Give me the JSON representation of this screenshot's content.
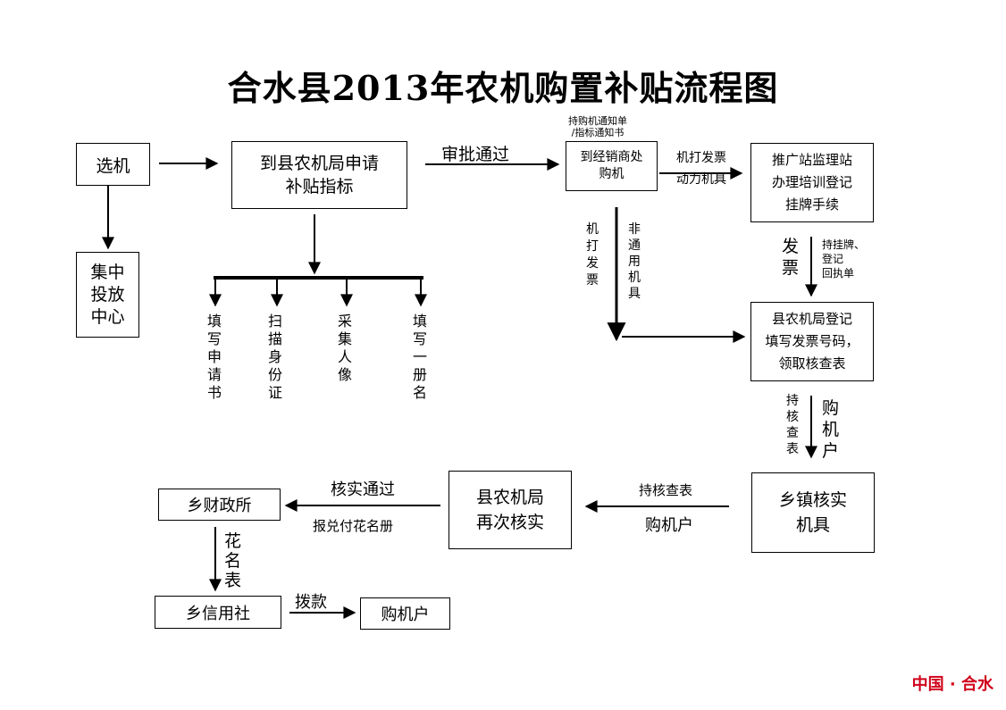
{
  "title": "合水县2013年农机购置补贴流程图",
  "nodes": {
    "select": "选机",
    "centralized": "集中\n投放\n中心",
    "apply": "到县农机局申请\n补贴指标",
    "dealer": "到经销商处\n购机",
    "promotion": "推广站监理站\n办理培训登记\n挂牌手续",
    "county_register": "县农机局登记\n填写发票号码，\n领取核查表",
    "township_verify": "乡镇核实\n机具",
    "county_reverify": "县农机局\n再次核实",
    "finance": "乡财政所",
    "credit_union": "乡信用社",
    "buyer": "购机户"
  },
  "sub_steps": [
    "填\n写\n申\n请\n书",
    "扫\n描\n身\n份\n证",
    "采\n集\n人\n像",
    "填\n写\n一\n册\n名"
  ],
  "labels": {
    "approved": "审批通过",
    "notice": "持购机通知单\n/指标通知书",
    "invoice_power": "机打发票\n动力机具",
    "invoice_v1": "机\n打\n发\n票",
    "nonuniversal": "非\n通\n用\n机\n具",
    "invoice_v2": "发\n票",
    "plate_receipt": "持挂牌、\n登记\n回执单",
    "hold_check": "持\n核\n查\n表",
    "buyer_v": "购\n机\n户",
    "hold_check_h": "持核查表",
    "buyer_h": "购机户",
    "verified": "核实通过",
    "report_roster": "报兑付花名册",
    "roster": "花\n名\n表",
    "payment": "拨款"
  },
  "footer": "中国 · 合水"
}
